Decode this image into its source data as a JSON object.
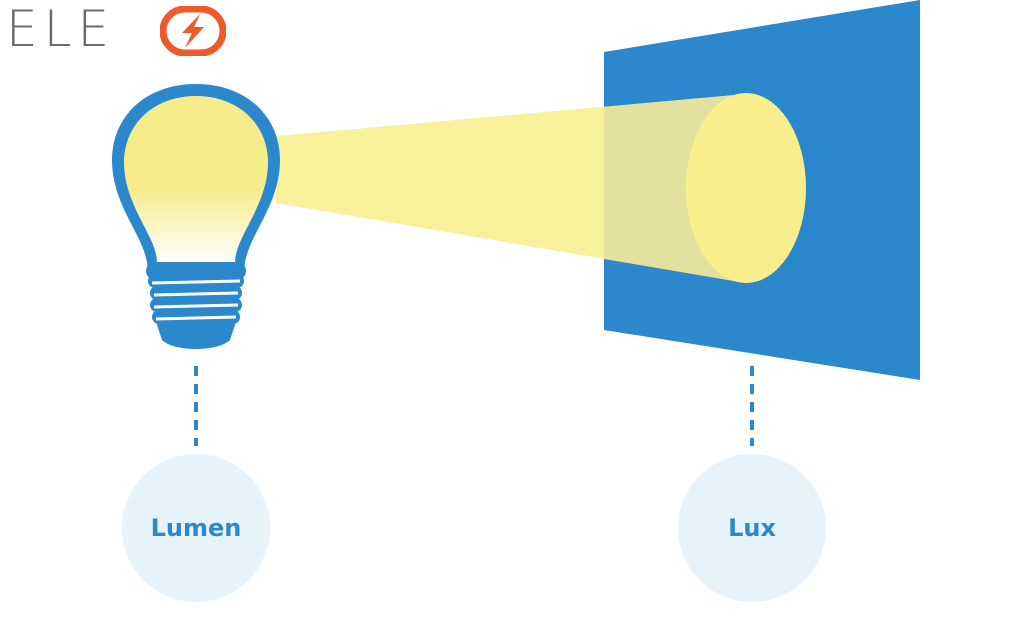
{
  "brand": {
    "logo_text": "ELE",
    "logo_colors": {
      "text": "#6b6b6b",
      "mark": "#ee5a2a",
      "bolt": "#ffffff"
    }
  },
  "labels": {
    "lumen": "Lumen",
    "lux": "Lux"
  },
  "colors": {
    "blue": "#2b88cc",
    "bulb_glow": "#f6ec8a",
    "beam": "#f8f097",
    "circle_bg": "#e6f3fb",
    "label_text": "#2b88cc",
    "connector": "#2b88cc"
  },
  "icons": {
    "bulb": "light-bulb-icon",
    "surface": "illuminated-surface",
    "logo_mark": "lightning-bolt-icon"
  }
}
